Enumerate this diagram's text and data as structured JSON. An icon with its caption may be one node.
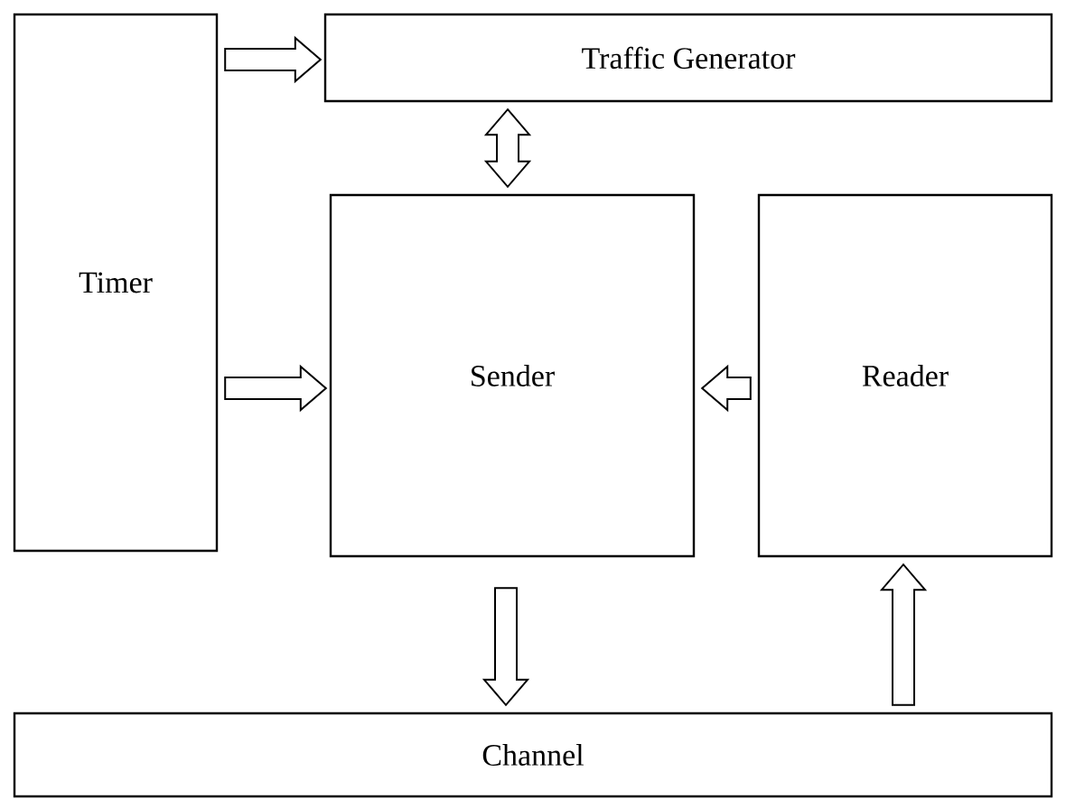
{
  "diagram": {
    "nodes": [
      {
        "text": [
          "Timer"
        ]
      },
      {
        "text": [
          "Traffic Generator"
        ]
      },
      {
        "text": [
          "Sender"
        ]
      },
      {
        "text": [
          "Reader"
        ]
      },
      {
        "text": [
          "Channel"
        ]
      }
    ],
    "edges": [
      {
        "from": 0,
        "to": 1,
        "arrow": "to"
      },
      {
        "from": 1,
        "to": 2,
        "arrow": "both"
      },
      {
        "from": 0,
        "to": 2,
        "arrow": "to"
      },
      {
        "from": 3,
        "to": 2,
        "arrow": "to"
      },
      {
        "from": 2,
        "to": 4,
        "arrow": "to"
      },
      {
        "from": 4,
        "to": 3,
        "arrow": "to"
      }
    ]
  }
}
